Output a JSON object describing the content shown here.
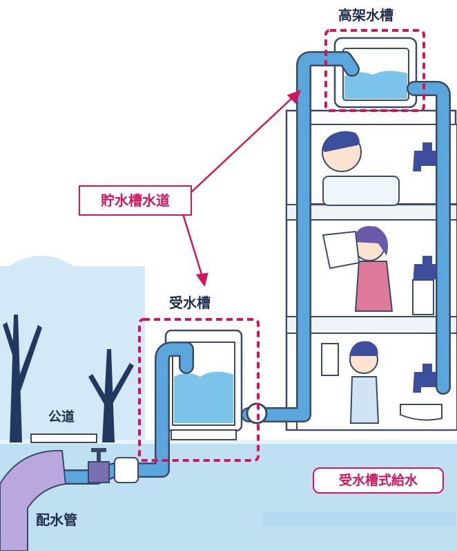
{
  "labels": {
    "elevated_tank": "高架水槽",
    "receiving_tank": "受水槽",
    "storage_water": "貯水槽水道",
    "public_road": "公道",
    "water_main": "配水管",
    "system_name": "受水槽式給水"
  },
  "colors": {
    "highlight": "#d4145a",
    "pipe": "#5aa6dd",
    "water": "#7cc3ea",
    "ground": "#bfe0f3",
    "building_outline": "#3a4a66",
    "label_text": "#1f2d4d"
  }
}
